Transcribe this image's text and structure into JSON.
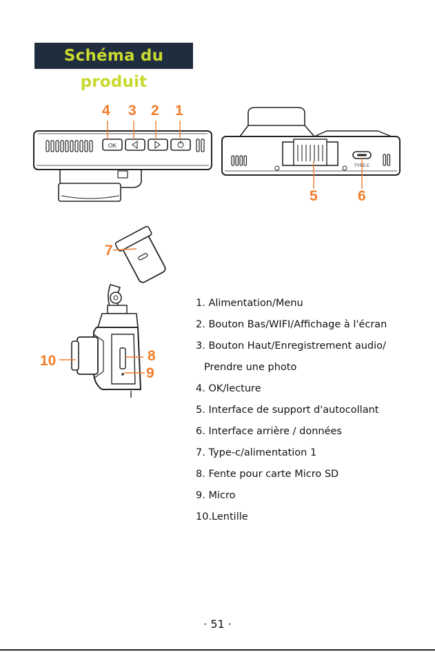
{
  "heading": "Schéma du produit",
  "callouts": {
    "c1": "1",
    "c2": "2",
    "c3": "3",
    "c4": "4",
    "c5": "5",
    "c6": "6",
    "c7": "7",
    "c8": "8",
    "c9": "9",
    "c10": "10"
  },
  "device_labels": {
    "ok_button": "OK",
    "usb_port": "TYPE-C"
  },
  "legend": [
    "1. Alimentation/Menu",
    "2. Bouton Bas/WIFI/Affichage à l'écran",
    "3. Bouton Haut/Enregistrement audio/",
    "Prendre une photo",
    "4. OK/lecture",
    "5. Interface de support d'autocollant",
    "6. Interface arrière / données",
    "7. Type-c/alimentation 1",
    "8. Fente pour carte Micro SD",
    "9. Micro",
    "10.Lentille"
  ],
  "page_number": "· 51 ·",
  "colors": {
    "accent": "#f07c2a",
    "heading_bg": "#1f2d3f",
    "heading_text": "#c9d92f"
  }
}
